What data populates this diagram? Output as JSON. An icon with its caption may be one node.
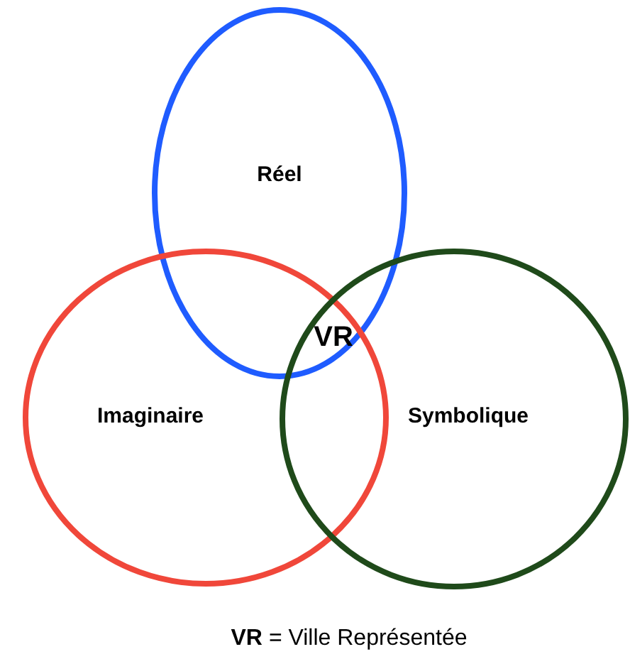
{
  "diagram": {
    "nodes": [
      {
        "text": [
          "Réel"
        ]
      },
      {
        "text": [
          "Imaginaire"
        ]
      },
      {
        "text": [
          "Symbolique"
        ]
      }
    ],
    "edges": [],
    "labels": [
      "VR",
      "**VR** = Ville Représentée"
    ]
  }
}
